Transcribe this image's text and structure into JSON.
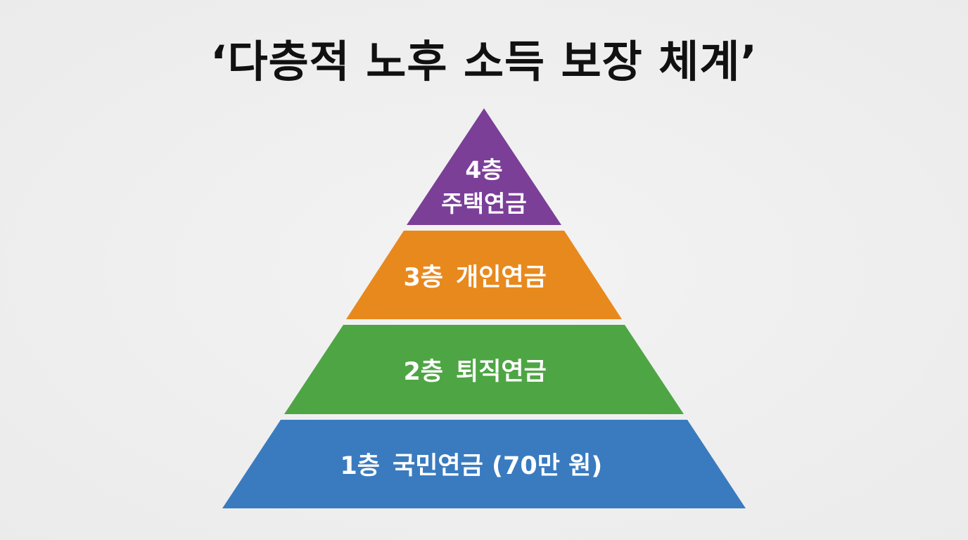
{
  "title": "‘다층적 노후 소득 보장 체계’",
  "tiers": [
    {
      "level": "4층",
      "name": "주택연금",
      "color": "#7b3f98"
    },
    {
      "level": "3층",
      "name": "개인연금",
      "color": "#e8891e"
    },
    {
      "level": "2층",
      "name": "퇴직연금",
      "color": "#4ea544"
    },
    {
      "level": "1층",
      "name": "국민연금 (70만 원)",
      "color": "#3a7bbf"
    }
  ]
}
